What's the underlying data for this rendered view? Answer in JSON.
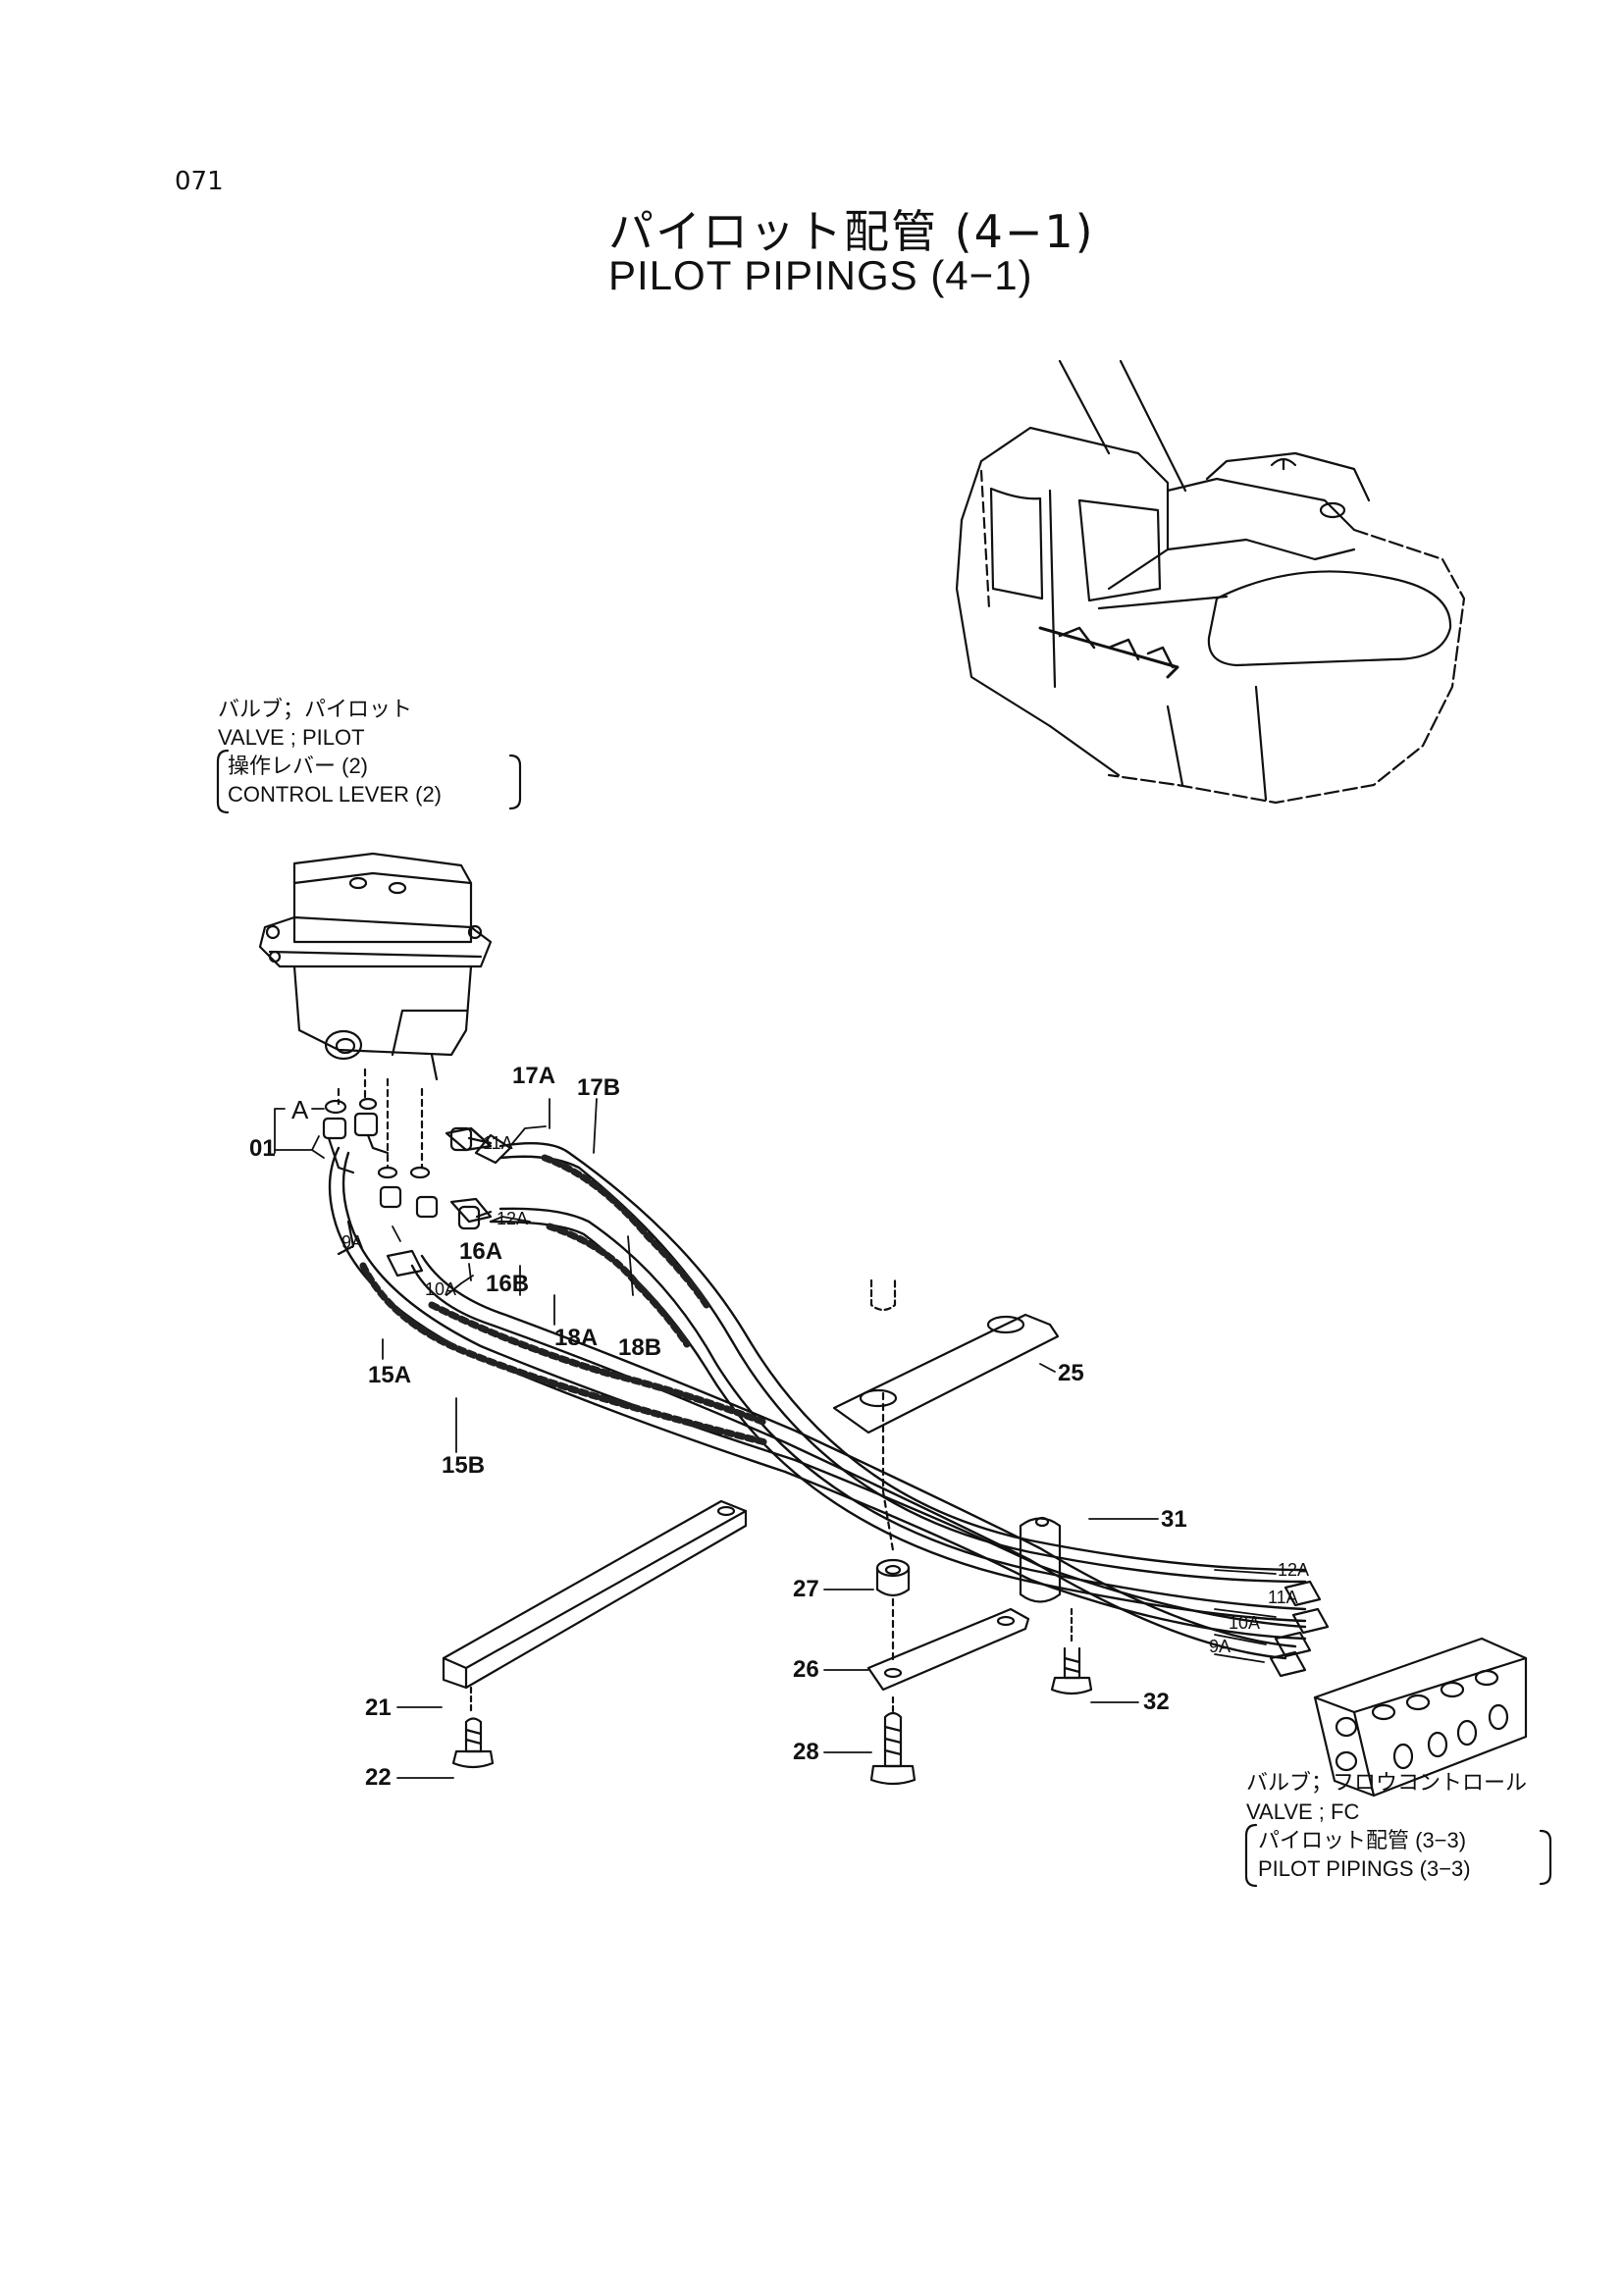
{
  "page": {
    "number": "071",
    "title_jp": "パイロット配管 (4−1)",
    "title_en": "PILOT PIPINGS (4−1)"
  },
  "notes": {
    "pilot_valve": {
      "line1": "バルブ；パイロット",
      "line2": "VALVE ; PILOT",
      "line3": "操作レバー (2)",
      "line4": "CONTROL LEVER (2)"
    },
    "fc_valve": {
      "line1": "バルブ；フロウコントロール",
      "line2": "VALVE ; FC",
      "line3": "パイロット配管 (3−3)",
      "line4": "PILOT PIPINGS (3−3)"
    }
  },
  "callouts": {
    "p01": "01",
    "pA": "A",
    "p9A": "9A",
    "p10A": "10A",
    "p11A": "11A",
    "p12A": "12A",
    "p15A": "15A",
    "p15B": "15B",
    "p16A": "16A",
    "p16B": "16B",
    "p17A": "17A",
    "p17B": "17B",
    "p18A": "18A",
    "p18B": "18B",
    "p21": "21",
    "p22": "22",
    "p25": "25",
    "p26": "26",
    "p27": "27",
    "p28": "28",
    "p31": "31",
    "p32": "32",
    "r12A": "12A",
    "r11A": "11A",
    "r10A": "10A",
    "r9A": "9A"
  }
}
